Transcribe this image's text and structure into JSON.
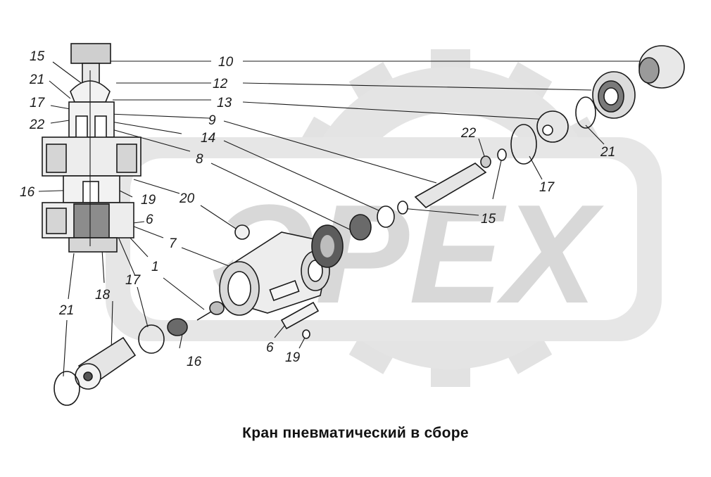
{
  "caption": "Кран пневматический в сборе",
  "watermark": {
    "text": "ОРЕХ",
    "gear_color": "#e2e2e2",
    "letter_color": "#d6d6d6"
  },
  "colors": {
    "ink": "#1a1a1a",
    "metal_light": "#ececec",
    "metal_mid": "#bdbdbd",
    "metal_dark": "#6e6e6e"
  },
  "callouts": [
    {
      "id": "c10",
      "text": "10"
    },
    {
      "id": "c12",
      "text": "12"
    },
    {
      "id": "c13",
      "text": "13"
    },
    {
      "id": "c9",
      "text": "9"
    },
    {
      "id": "c14",
      "text": "14"
    },
    {
      "id": "c8",
      "text": "8"
    },
    {
      "id": "c15a",
      "text": "15"
    },
    {
      "id": "c21a",
      "text": "21"
    },
    {
      "id": "c17a",
      "text": "17"
    },
    {
      "id": "c22a",
      "text": "22"
    },
    {
      "id": "c16a",
      "text": "16"
    },
    {
      "id": "c19a",
      "text": "19"
    },
    {
      "id": "c20",
      "text": "20"
    },
    {
      "id": "c6a",
      "text": "6"
    },
    {
      "id": "c7",
      "text": "7"
    },
    {
      "id": "c1",
      "text": "1"
    },
    {
      "id": "c17b",
      "text": "17"
    },
    {
      "id": "c18",
      "text": "18"
    },
    {
      "id": "c21b",
      "text": "21"
    },
    {
      "id": "c16b",
      "text": "16"
    },
    {
      "id": "c6b",
      "text": "6"
    },
    {
      "id": "c19b",
      "text": "19"
    },
    {
      "id": "c22b",
      "text": "22"
    },
    {
      "id": "c15b",
      "text": "15"
    },
    {
      "id": "c17c",
      "text": "17"
    },
    {
      "id": "c21c",
      "text": "21"
    }
  ]
}
